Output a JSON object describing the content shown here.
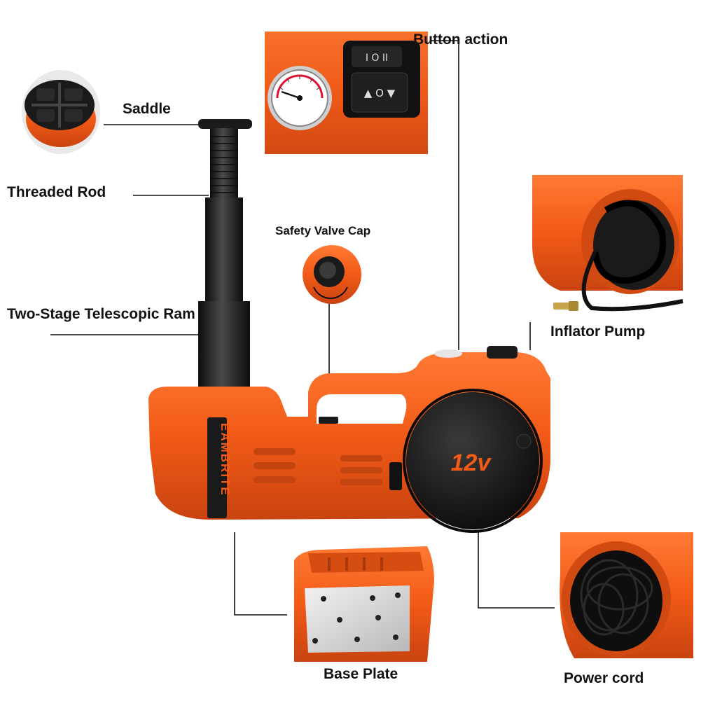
{
  "labels": {
    "saddle": "Saddle",
    "threaded_rod": "Threaded Rod",
    "ram": "Two-Stage Telescopic Ram",
    "safety_valve_cap": "Safety Valve Cap",
    "button_action": "Button action",
    "inflator_pump": "Inflator Pump",
    "base_plate": "Base Plate",
    "power_cord": "Power cord"
  },
  "product": {
    "brand": "EAMBRITE",
    "voltage": "12v"
  },
  "switch_symbols": {
    "top": "I O II",
    "bottom": "▲ O ▼"
  },
  "colors": {
    "body_orange": "#f25a17",
    "body_dark_orange": "#c94310",
    "black": "#141414",
    "leader_line": "#111111"
  }
}
